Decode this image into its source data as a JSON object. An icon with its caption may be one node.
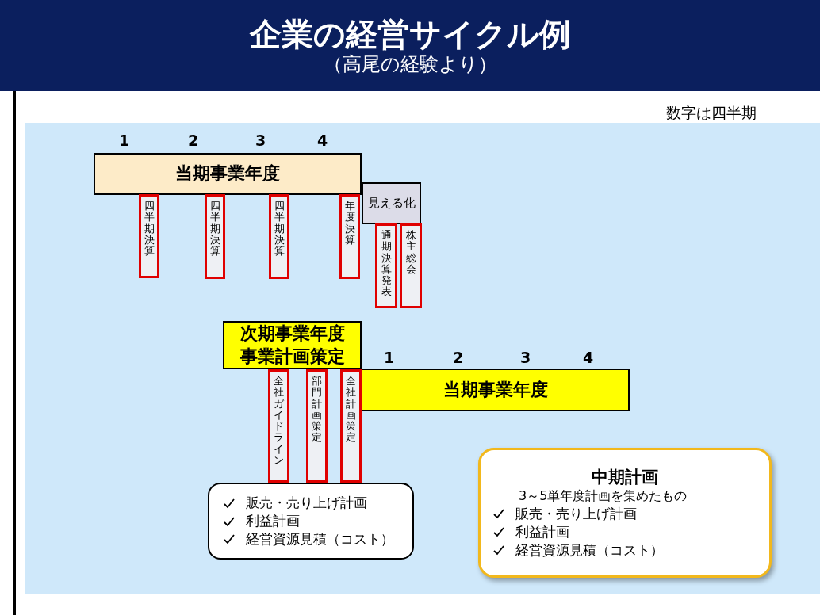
{
  "diagram": {
    "title": "企業の経営サイクル例",
    "caption": "（高尾の経験より）",
    "nodes": [
      {
        "text": [
          "当期事業年度"
        ]
      },
      {
        "text": [
          "四半期決算"
        ]
      },
      {
        "text": [
          "四半期決算"
        ]
      },
      {
        "text": [
          "四半期決算"
        ]
      },
      {
        "text": [
          "年度決算"
        ]
      },
      {
        "text": [
          "見える化"
        ]
      },
      {
        "text": [
          "通期決算発表"
        ]
      },
      {
        "text": [
          "株主総会"
        ]
      },
      {
        "text": [
          "次期事業年度",
          "事業計画策定"
        ]
      },
      {
        "text": [
          "当期事業年度"
        ]
      },
      {
        "text": [
          "全社ガイドライン"
        ]
      },
      {
        "text": [
          "部門計画策定"
        ]
      },
      {
        "text": [
          "全社計画策定"
        ]
      },
      {
        "text": [
          "販売・売り上げ計画",
          "利益計画",
          "経営資源見積（コスト）"
        ]
      },
      {
        "text": [
          "中期計画",
          "3～5単年度計画を集めたもの",
          "販売・売り上げ計画",
          "利益計画",
          "経営資源見積（コスト）"
        ]
      }
    ],
    "labels": [
      "数字は四半期",
      "1",
      "2",
      "3",
      "4",
      "1",
      "2",
      "3",
      "4"
    ]
  }
}
